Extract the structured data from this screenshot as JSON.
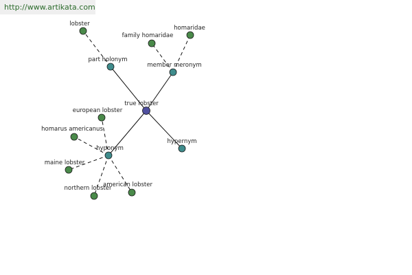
{
  "site": {
    "url": "http://www.artikata.com"
  },
  "graph": {
    "colors": {
      "root": "#4f4f9f",
      "relation": "#3f8c8c",
      "leaf": "#4a8a4a"
    },
    "nodes": {
      "true_lobster": {
        "label": "true lobster",
        "kind": "root"
      },
      "part_holonym": {
        "label": "part holonym",
        "kind": "relation"
      },
      "member_meronym": {
        "label": "member meronym",
        "kind": "relation"
      },
      "hypernym": {
        "label": "hypernym",
        "kind": "relation"
      },
      "hyponym": {
        "label": "hyponym",
        "kind": "relation"
      },
      "lobster": {
        "label": "lobster",
        "kind": "leaf"
      },
      "family_homaridae": {
        "label": "family homaridae",
        "kind": "leaf"
      },
      "homaridae": {
        "label": "homaridae",
        "kind": "leaf"
      },
      "european_lobster": {
        "label": "european lobster",
        "kind": "leaf"
      },
      "homarus_americanus": {
        "label": "homarus americanus",
        "kind": "leaf"
      },
      "maine_lobster": {
        "label": "maine lobster",
        "kind": "leaf"
      },
      "northern_lobster": {
        "label": "northern lobster",
        "kind": "leaf"
      },
      "american_lobster": {
        "label": "american lobster",
        "kind": "leaf"
      }
    },
    "edges": [
      {
        "from": "true_lobster",
        "to": "part_holonym",
        "style": "solid"
      },
      {
        "from": "true_lobster",
        "to": "member_meronym",
        "style": "solid"
      },
      {
        "from": "true_lobster",
        "to": "hypernym",
        "style": "solid"
      },
      {
        "from": "true_lobster",
        "to": "hyponym",
        "style": "solid"
      },
      {
        "from": "part_holonym",
        "to": "lobster",
        "style": "dashed"
      },
      {
        "from": "member_meronym",
        "to": "family_homaridae",
        "style": "dashed"
      },
      {
        "from": "member_meronym",
        "to": "homaridae",
        "style": "dashed"
      },
      {
        "from": "hyponym",
        "to": "european_lobster",
        "style": "dashed"
      },
      {
        "from": "hyponym",
        "to": "homarus_americanus",
        "style": "dashed"
      },
      {
        "from": "hyponym",
        "to": "maine_lobster",
        "style": "dashed"
      },
      {
        "from": "hyponym",
        "to": "northern_lobster",
        "style": "dashed"
      },
      {
        "from": "hyponym",
        "to": "american_lobster",
        "style": "dashed"
      }
    ]
  }
}
